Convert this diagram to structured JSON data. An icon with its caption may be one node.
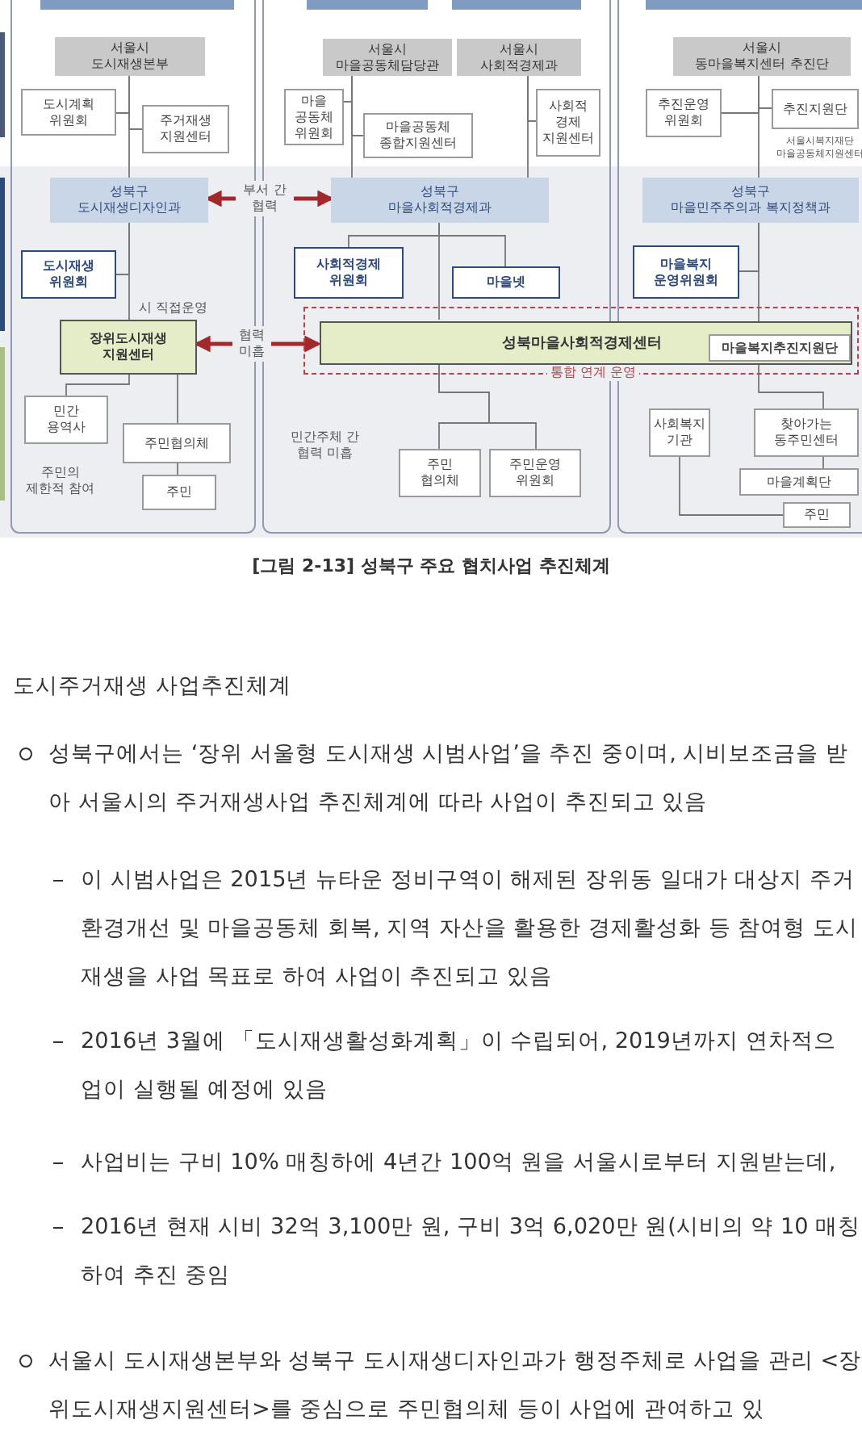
{
  "diagram": {
    "caption": "[그림 2-13] 성북구 주요 협치사업 추진체계",
    "nodes": [
      {
        "text": [
          "서울시 도시재생본부"
        ]
      },
      {
        "text": [
          "도시계획 위원회"
        ]
      },
      {
        "text": [
          "주거재생 지원센터"
        ]
      },
      {
        "text": [
          "성북구 도시재생디자인과"
        ]
      },
      {
        "text": [
          "도시재생 위원회"
        ]
      },
      {
        "text": [
          "장위도시재생 지원센터"
        ]
      },
      {
        "text": [
          "민간 용역사"
        ]
      },
      {
        "text": [
          "주민협의체"
        ]
      },
      {
        "text": [
          "주민"
        ]
      },
      {
        "text": [
          "서울시 마을공동체담당관"
        ]
      },
      {
        "text": [
          "서울시 사회적경제과"
        ]
      },
      {
        "text": [
          "마을 공동체 위원회"
        ]
      },
      {
        "text": [
          "마을공동체 종합지원센터"
        ]
      },
      {
        "text": [
          "사회적 경제 지원센터"
        ]
      },
      {
        "text": [
          "성북구 마을사회적경제과"
        ]
      },
      {
        "text": [
          "사회적경제 위원회"
        ]
      },
      {
        "text": [
          "마을넷"
        ]
      },
      {
        "text": [
          "통합 연계 운영"
        ]
      },
      {
        "text": [
          "성북마을사회적경제센터"
        ],
        "in": 17
      },
      {
        "text": [
          "마을복지추진지원단"
        ],
        "in": 18
      },
      {
        "text": [
          "주민 협의체"
        ]
      },
      {
        "text": [
          "주민운영 위원회"
        ]
      },
      {
        "text": [
          "서울시 동마을복지센터 추진단"
        ]
      },
      {
        "text": [
          "추진운영 위원회"
        ]
      },
      {
        "text": [
          "추진지원단"
        ],
        "beside": [
          "서울시복지재단 마을공동체지원센터"
        ]
      },
      {
        "text": [
          "성북구 마을민주주의과 복지정책과"
        ]
      },
      {
        "text": [
          "마을복지 운영위원회"
        ]
      },
      {
        "text": [
          "사회복지 기관"
        ]
      },
      {
        "text": [
          "찾아가는 동주민센터"
        ]
      },
      {
        "text": [
          "마을계획단"
        ]
      },
      {
        "text": [
          "주민"
        ]
      },
      {
        "text": [
          "부서 간 협력"
        ]
      },
      {
        "text": [
          "협력 미흡"
        ]
      }
    ],
    "edges": [
      {
        "from": 0,
        "to": 1,
        "arrow": "none"
      },
      {
        "from": 0,
        "to": 2,
        "arrow": "none"
      },
      {
        "from": 0,
        "to": 3,
        "arrow": "none"
      },
      {
        "from": 3,
        "to": 4,
        "arrow": "none"
      },
      {
        "from": 3,
        "to": 5,
        "arrow": "none"
      },
      {
        "from": 5,
        "to": 6,
        "arrow": "none"
      },
      {
        "from": 5,
        "to": 7,
        "arrow": "none"
      },
      {
        "from": 7,
        "to": 8,
        "arrow": "none"
      },
      {
        "from": 9,
        "to": 11,
        "arrow": "none"
      },
      {
        "from": 9,
        "to": 12,
        "arrow": "none"
      },
      {
        "from": 9,
        "to": 14,
        "arrow": "none"
      },
      {
        "from": 10,
        "to": 13,
        "arrow": "none"
      },
      {
        "from": 10,
        "to": 14,
        "arrow": "none"
      },
      {
        "from": 14,
        "to": 15,
        "arrow": "none"
      },
      {
        "from": 14,
        "to": 16,
        "arrow": "none"
      },
      {
        "from": 14,
        "to": 18,
        "arrow": "none"
      },
      {
        "from": 18,
        "to": 20,
        "arrow": "none"
      },
      {
        "from": 18,
        "to": 21,
        "arrow": "none"
      },
      {
        "from": 22,
        "to": 23,
        "arrow": "none"
      },
      {
        "from": 22,
        "to": 24,
        "arrow": "none"
      },
      {
        "from": 22,
        "to": 25,
        "arrow": "none"
      },
      {
        "from": 25,
        "to": 26,
        "arrow": "none"
      },
      {
        "from": 25,
        "to": 19,
        "arrow": "none"
      },
      {
        "from": 19,
        "to": 28,
        "arrow": "none"
      },
      {
        "from": 28,
        "to": 29,
        "arrow": "none"
      },
      {
        "from": 27,
        "to": 30,
        "arrow": "none"
      },
      {
        "from": 31,
        "to": 3,
        "arrow": "to",
        "style": "thick",
        "color": "#a3282b"
      },
      {
        "from": 31,
        "to": 14,
        "arrow": "to",
        "style": "thick",
        "color": "#a3282b"
      },
      {
        "from": 32,
        "to": 5,
        "arrow": "to",
        "style": "thick",
        "color": "#a3282b"
      },
      {
        "from": 32,
        "to": 18,
        "arrow": "to",
        "style": "thick",
        "color": "#a3282b"
      }
    ],
    "labels": [
      "시 직접운영",
      "주민의 제한적 참여",
      "민간주체 간 협력 미흡",
      "도시주거재생 사업추진체계",
      "성북구에서는 ‘장위 서울형 도시재생 시범사업’을 추진 중이며, 시비보조금을 받아 서울시의 주거재생사업 추진체계에 따라 사업이 추진되고 있음",
      "이 시범사업은 2015년 뉴타운 정비구역이 해제된 장위동 일대가 대상지 주거환경개선 및 마을공동체 회복, 지역 자산을 활용한 경제활성화 등 참여형 도시재생을 사업 목표로 하여 사업이 추진되고 있음",
      "2016년 3월에 「도시재생활성화계획」이 수립되어, 2019년까지 연차적으 업이 실행될 예정에 있음",
      "사업비는 구비 10% 매칭하에 4년간 100억 원을 서울시로부터 지원받는데,",
      "2016년 현재 시비 32억 3,100만 원, 구비 3억 6,020만 원(시비의 약 10 매칭하여 추진 중임",
      "서울시 도시재생본부와 성북구 도시재생디자인과가 행정주체로 사업을 관리 <장위도시재생지원센터>를 중심으로 주민협의체 등이 사업에 관여하고 있"
    ]
  }
}
